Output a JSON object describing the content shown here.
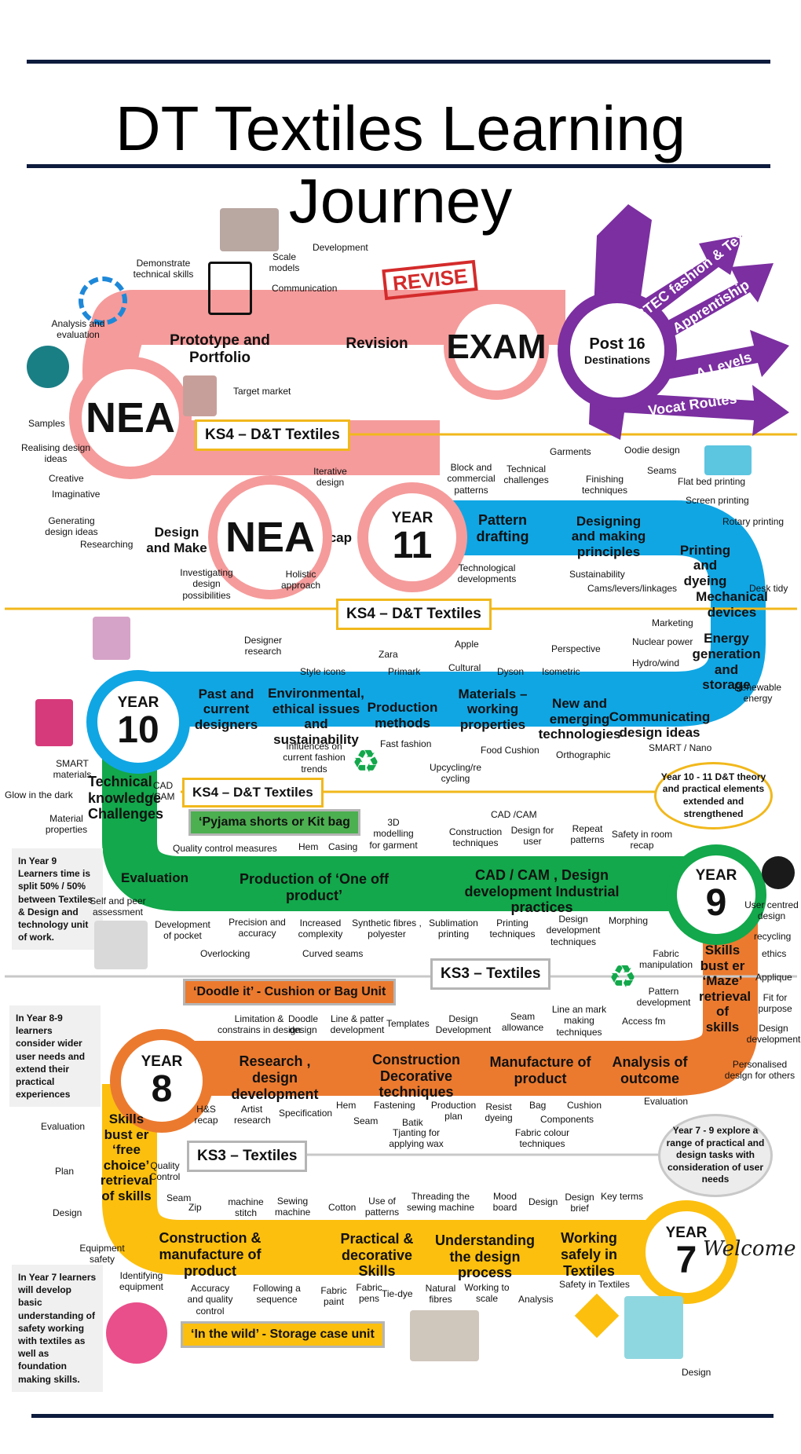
{
  "title": "DT Textiles Learning Journey",
  "ks_labels": {
    "ks4_a": "KS4 – D&T Textiles",
    "ks4_b": "KS4 – D&T Textiles",
    "ks4_c": "KS4 – D&T Textiles",
    "ks3_a": "KS3 – Textiles",
    "ks3_b": "KS3 – Textiles"
  },
  "circles": {
    "nea1": "NEA",
    "nea2": "NEA",
    "exam": "EXAM",
    "post16_a": "Post 16",
    "post16_b": "Destinations",
    "y11_a": "YEAR",
    "y11_b": "11",
    "y10_a": "YEAR",
    "y10_b": "10",
    "y9_a": "YEAR",
    "y9_b": "9",
    "y8_a": "YEAR",
    "y8_b": "8",
    "y7_a": "YEAR",
    "y7_b": "7"
  },
  "routes": [
    "BTEC fashion & Textiles",
    "Apprentiship",
    "A Levels",
    "Vocat  Routes"
  ],
  "welcome": "Welcome",
  "revise": "REVISE",
  "segments": {
    "prototype": "Prototype and Portfolio",
    "revision": "Revision",
    "design_make": "Design and Make",
    "recap": "Recap",
    "pattern_drafting": "Pattern drafting",
    "designing_making": "Designing and making principles",
    "printing_dyeing": "Printing and dyeing",
    "mechanical": "Mechanical devices",
    "energy": "Energy generation and storage",
    "past_designers": "Past and current designers",
    "environmental": "Environmental, ethical issues and sustainability",
    "production_methods": "Production methods",
    "materials": "Materials –working properties",
    "new_tech": "New and emerging technologies",
    "communicating": "Communicating design ideas",
    "technical": "Technical knowledge Challenges",
    "evaluation": "Evaluation",
    "production_one_off": "Production of ‘One off product’",
    "cad_cam": "CAD / CAM , Design development Industrial practices",
    "skills_mazes": "Skills bust er ‘Maze’ retrieval of skills",
    "research": "Research , design development",
    "construction_decorative": "Construction Decorative techniques",
    "manufacture": "Manufacture of product",
    "analysis": "Analysis of outcome",
    "skills_free": "Skills bust er ‘free choice’ retrieval of skills",
    "construction_manufacture": "Construction & manufacture of product",
    "practical_decorative": "Practical & decorative Skills",
    "understanding": "Understanding the design process",
    "working_safely": "Working safely in Textiles"
  },
  "units": {
    "pyjama": "‘Pyjama shorts or Kit bag",
    "doodle": "‘Doodle it’ -  Cushion or Bag Unit",
    "wild": "‘In the wild’ - Storage case unit"
  },
  "notes": {
    "y9": "In Year 9 Learners time is split 50% / 50% between Textiles & Design and technology unit of work.",
    "y89": "In Year 8-9 learners consider wider user needs and extend their practical experiences",
    "y7": "In Year 7 learners  will develop basic understanding of safety working with textiles as well as foundation making skills."
  },
  "ovals": {
    "y1011": "Year 10 - 11 D&T theory and practical elements extended and strengthened",
    "y79": "Year 7 - 9 explore a range of practical and design tasks with consideration of user needs"
  },
  "labels": {
    "development": "Development",
    "scale_models": "Scale models",
    "communication": "Communication",
    "demonstrate": "Demonstrate technical skills",
    "analysis_eval": "Analysis and evaluation",
    "target_market": "Target market",
    "samples": "Samples",
    "realising": "Realising design ideas",
    "creative": "Creative",
    "imaginative": "Imaginative",
    "generating": "Generating design ideas",
    "researching": "Researching",
    "iterative": "Iterative design",
    "block": "Block and commercial patterns",
    "tech_challenges": "Technical challenges",
    "garments": "Garments",
    "finishing": "Finishing techniques",
    "oodie": "Oodie design",
    "seams": "Seams",
    "flatbed": "Flat bed printing",
    "screen": "Screen printing",
    "rotary": "Rotary printing",
    "desk_tidy": "Desk tidy",
    "investigating": "Investigating design possibilities",
    "holistic": "Holistic approach",
    "tech_dev": "Technological developments",
    "sustainability": "Sustainability",
    "cams": "Cams/levers/linkages",
    "marketing": "Marketing",
    "nuclear": "Nuclear power",
    "hydro": "Hydro/wind",
    "renewable": "Renewable energy",
    "perspective": "Perspective",
    "designer_research": "Designer research",
    "apple": "Apple",
    "zara": "Zara",
    "style_icons": "Style icons",
    "primark": "Primark",
    "cultural": "Cultural",
    "dyson": "Dyson",
    "isometric": "Isometric",
    "influences": "Influences on current fashion trends",
    "fast_fashion": "Fast fashion",
    "upcycling": "Upcycling/re cycling",
    "food_cushion": "Food Cushion",
    "orthographic": "Orthographic",
    "smart_nano": "SMART / Nano",
    "smart_materials": "SMART materials",
    "glow": "Glow in the dark",
    "material_props": "Material properties",
    "cadcam_small": "CAD /CAM",
    "model3d": "3D modelling for garment",
    "construction_tech": "Construction techniques",
    "cadcam2": "CAD /CAM",
    "design_user": "Design for user",
    "repeat": "Repeat patterns",
    "safety_room": "Safety in room recap",
    "quality": "Quality control measures",
    "hem": "Hem",
    "casing": "Casing",
    "self_peer": "Self and peer assessment",
    "dev_pocket": "Development of pocket",
    "precision": "Precision and accuracy",
    "increased": "Increased complexity",
    "synthetic": "Synthetic fibres , polyester",
    "sublimation": "Sublimation printing",
    "printing_tech": "Printing techniques",
    "design_dev_tech": "Design development techniques",
    "morphing": "Morphing",
    "user_centred": "User centred design",
    "recycling": "recycling",
    "ethics": "ethics",
    "applique": "Applique",
    "fit": "Fit for purpose",
    "design_dev": "Design development",
    "personalised": "Personalised design for others",
    "fabric_manip": "Fabric manipulation",
    "pattern_dev": "Pattern development",
    "access": "Access fm",
    "overlocking": "Overlocking",
    "curved": "Curved seams",
    "limitation": "Limitation & constrains in design",
    "doodle_design": "Doodle design",
    "line_pattern": "Line & patter development",
    "templates": "Templates",
    "design_development": "Design Development",
    "seam_allowance": "Seam allowance",
    "line_mark": "Line an mark making techniques",
    "evaluation_small": "Evaluation",
    "hs": "H&S recap",
    "artist": "Artist research",
    "specification": "Specification",
    "hem2": "Hem",
    "seam": "Seam",
    "fastening": "Fastening",
    "batik": "Batik",
    "production_plan": "Production plan",
    "resist": "Resist dyeing",
    "bag": "Bag",
    "components": "Components",
    "cushion": "Cushion",
    "tjanting": "Tjanting for applying wax",
    "fabric_colour": "Fabric colour techniques",
    "evaluation_left": "Evaluation",
    "plan": "Plan",
    "design_left": "Design",
    "quality_control": "Quality Control",
    "seam2": "Seam",
    "zip": "Zip",
    "machine_stitch": "machine stitch",
    "sewing_machine": "Sewing machine",
    "cotton": "Cotton",
    "use_patterns": "Use of patterns",
    "threading": "Threading the sewing machine",
    "mood": "Mood board",
    "design_mid": "Design",
    "design_brief": "Design brief",
    "key_terms": "Key terms",
    "equipment_safety": "Equipment safety",
    "identifying": "Identifying equipment",
    "accuracy": "Accuracy and quality control",
    "following": "Following a sequence",
    "fabric_paint": "Fabric paint",
    "fabric_pens": "Fabric pens",
    "tie_dye": "Tie-dye",
    "natural": "Natural fibres",
    "working_scale": "Working to scale",
    "analysis_small": "Analysis",
    "safety_textiles": "Safety in Textiles",
    "design_bottom": "Design"
  },
  "colors": {
    "pink": "#f59b9b",
    "purple": "#7b2fa0",
    "blue": "#10a6e4",
    "green": "#12a84b",
    "orange": "#eb7a2f",
    "yellow": "#fcbf0e",
    "gold": "#f1b81c",
    "navy": "#0d1b3d"
  }
}
